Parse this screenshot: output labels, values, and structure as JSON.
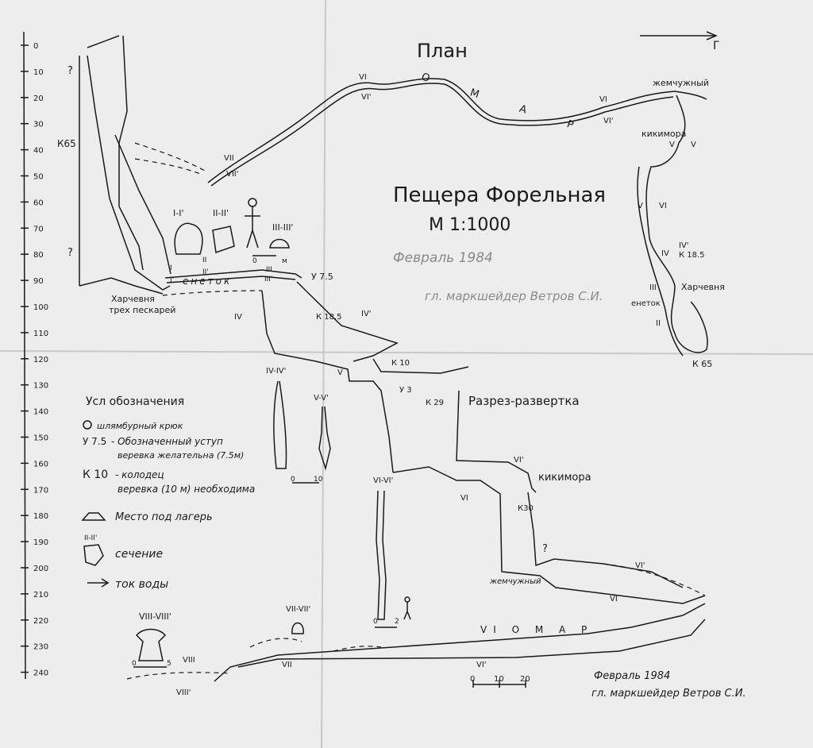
{
  "plan_title": "План",
  "north_label": "Г",
  "cave_title": "Пещера Форельная",
  "scale": "М 1:1000",
  "faint_date": "Февраль 1984",
  "faint_author": "гл. маркшейдер Ветров С.И.",
  "depth_axis": [
    "0",
    "10",
    "20",
    "30",
    "40",
    "50",
    "60",
    "70",
    "80",
    "90",
    "100",
    "110",
    "120",
    "130",
    "140",
    "150",
    "160",
    "170",
    "180",
    "190",
    "200",
    "210",
    "220",
    "230",
    "240"
  ],
  "legend": {
    "title": "Усл обозначения",
    "hook": "шлямбурный крюк",
    "ledge_code": "У 7.5",
    "ledge_text": "- Обозначенный уступ",
    "ledge_rope": "веревка желательна (7.5м)",
    "shaft_code": "К 10",
    "shaft_text": "- колодец",
    "shaft_rope": "веревка (10 м) необходима",
    "camp": "Место под лагерь",
    "section_mark": "II-II'",
    "section": "сечение",
    "water": "ток воды"
  },
  "plan_labels": {
    "omar": "О  М  А  Р",
    "zhemchuzhny": "жемчужный",
    "kikimora": "кикимора",
    "kharchevnya": "Харчевня",
    "enetok": "енеток",
    "k185": "К 18.5",
    "k65": "К 65"
  },
  "section_title": "Разрез-развертка",
  "profile_labels": {
    "k65": "К65",
    "q1": "?",
    "q2": "?",
    "q3": "?",
    "kharchevnya": "Харчевня",
    "trekh_peskarei": "трех пескарей",
    "enetok": "енеток",
    "u75": "У 7.5",
    "k185": "К 18.5",
    "k10": "К 10",
    "u3": "У 3",
    "k29": "К 29",
    "kikimora": "кикимора",
    "k30": "К30",
    "zhemchuzhny": "жемчужный",
    "omar": "VI   О   М   А   Р"
  },
  "roman": [
    "I",
    "I'",
    "II",
    "II'",
    "III",
    "III'",
    "IV",
    "IV'",
    "V",
    "VI",
    "VI'",
    "VII",
    "VII'",
    "VIII",
    "VIII'"
  ],
  "cross_sections": {
    "s1": "I-I'",
    "s2": "II-II'",
    "s3": "III-III'",
    "s4": "IV-IV'",
    "s5": "V-V'",
    "s6": "VI-VI'",
    "s7": "VII-VII'",
    "s8": "VIII-VIII'"
  },
  "scales": {
    "sec_zero": "0",
    "sec_unit": "м",
    "sec2_zero": "0",
    "sec2_ten": "10",
    "sec3_zero": "0",
    "sec3_two": "2",
    "sec4_zero": "0",
    "sec4_five": "5",
    "main_zero": "0",
    "main_ten": "10",
    "main_twenty": "20"
  },
  "signature_date": "Февраль 1984",
  "signature_author": "гл. маркшейдер Ветров С.И."
}
